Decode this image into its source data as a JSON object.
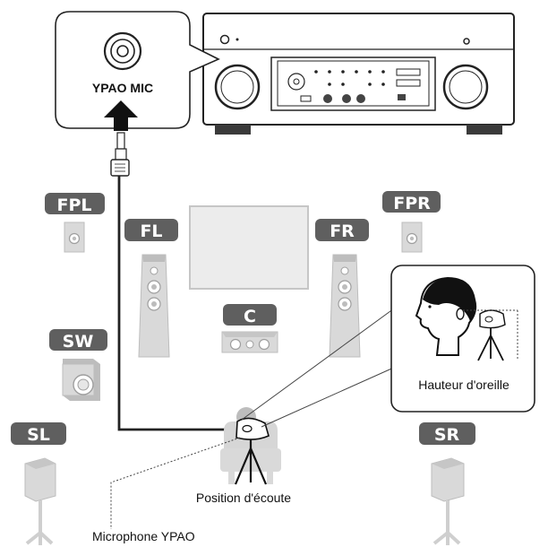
{
  "labels": {
    "ypao_mic": "YPAO MIC",
    "fpl": "FPL",
    "fpr": "FPR",
    "fl": "FL",
    "fr": "FR",
    "c": "C",
    "sw": "SW",
    "sl": "SL",
    "sr": "SR",
    "hauteur": "Hauteur d'oreille",
    "position": "Position d'écoute",
    "microphone": "Microphone YPAO"
  },
  "colors": {
    "tag_fill": "#5f5f5f",
    "speaker_face": "#d9d9d9",
    "speaker_shadow": "#bdbdbd",
    "line": "#222222"
  }
}
